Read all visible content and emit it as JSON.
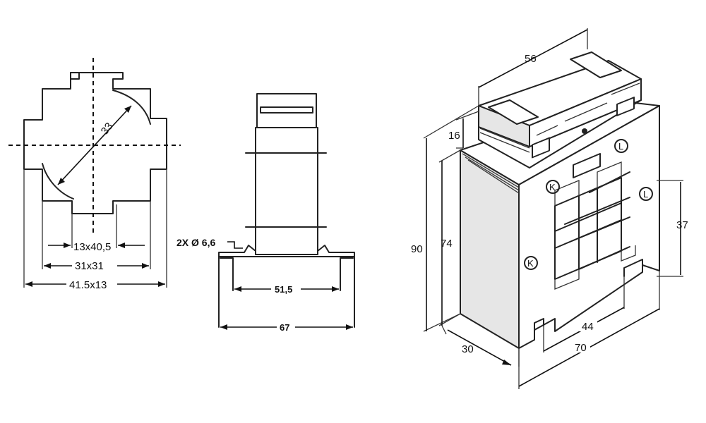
{
  "front_view": {
    "dim_diagonal": "33",
    "dim_inner": "13x40,5",
    "dim_mid": "31x31",
    "dim_outer": "41.5x13"
  },
  "side_view": {
    "dim_holes": "2X Ø 6,6",
    "dim_base_inner": "51,5",
    "dim_base_outer": "67"
  },
  "iso_view": {
    "dim_top_width": "56",
    "dim_top_height": "16",
    "dim_total_height": "90",
    "dim_body_height": "74",
    "dim_window": "37",
    "dim_depth": "30",
    "dim_foot_inner": "44",
    "dim_foot_outer": "70",
    "terminal_k": "K",
    "terminal_l": "L"
  }
}
